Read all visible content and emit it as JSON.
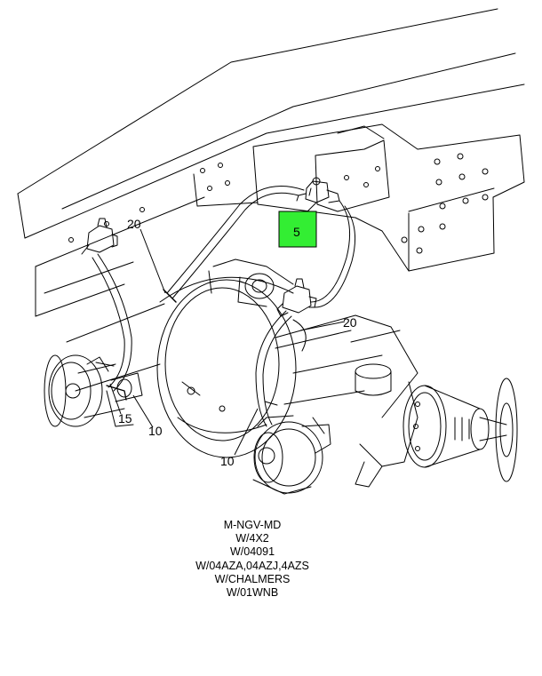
{
  "callouts": {
    "c5": "5",
    "c20_left": "20",
    "c20_right": "20",
    "c15": "15",
    "c10_left": "10",
    "c10_bottom": "10"
  },
  "highlight_color": "#33ee33",
  "caption": {
    "line1": "M-NGV-MD",
    "line2": "W/4X2",
    "line3": "W/04091",
    "line4": "W/04AZA,04AZJ,4AZS",
    "line5": "W/CHALMERS",
    "line6": "W/01WNB"
  }
}
